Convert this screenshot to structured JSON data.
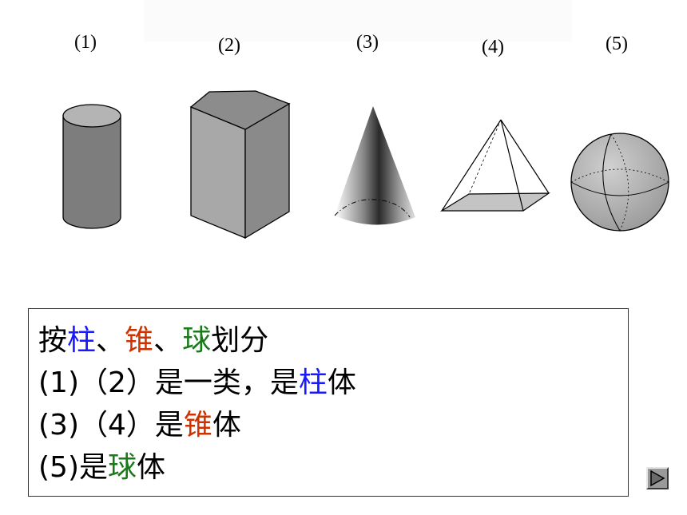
{
  "labels": [
    "(1)",
    "(2)",
    "(3)",
    "(4)",
    "(5)"
  ],
  "colors": {
    "prism": "#1a1aff",
    "cone": "#cc3300",
    "sphere": "#1a7a1a"
  },
  "text_lines": {
    "l1": {
      "a": "按",
      "b": "柱",
      "c": "、",
      "d": "锥",
      "e": "、",
      "f": "球",
      "g": "划分"
    },
    "l2": {
      "a": "(1)（2）是一类，是",
      "b": "柱",
      "c": "体"
    },
    "l3": {
      "a": "(3)（4）是",
      "b": "锥",
      "c": "体"
    },
    "l4": {
      "a": "(5)是",
      "b": "球",
      "c": "体"
    }
  },
  "next_button": {
    "icon": "play-triangle-icon"
  }
}
